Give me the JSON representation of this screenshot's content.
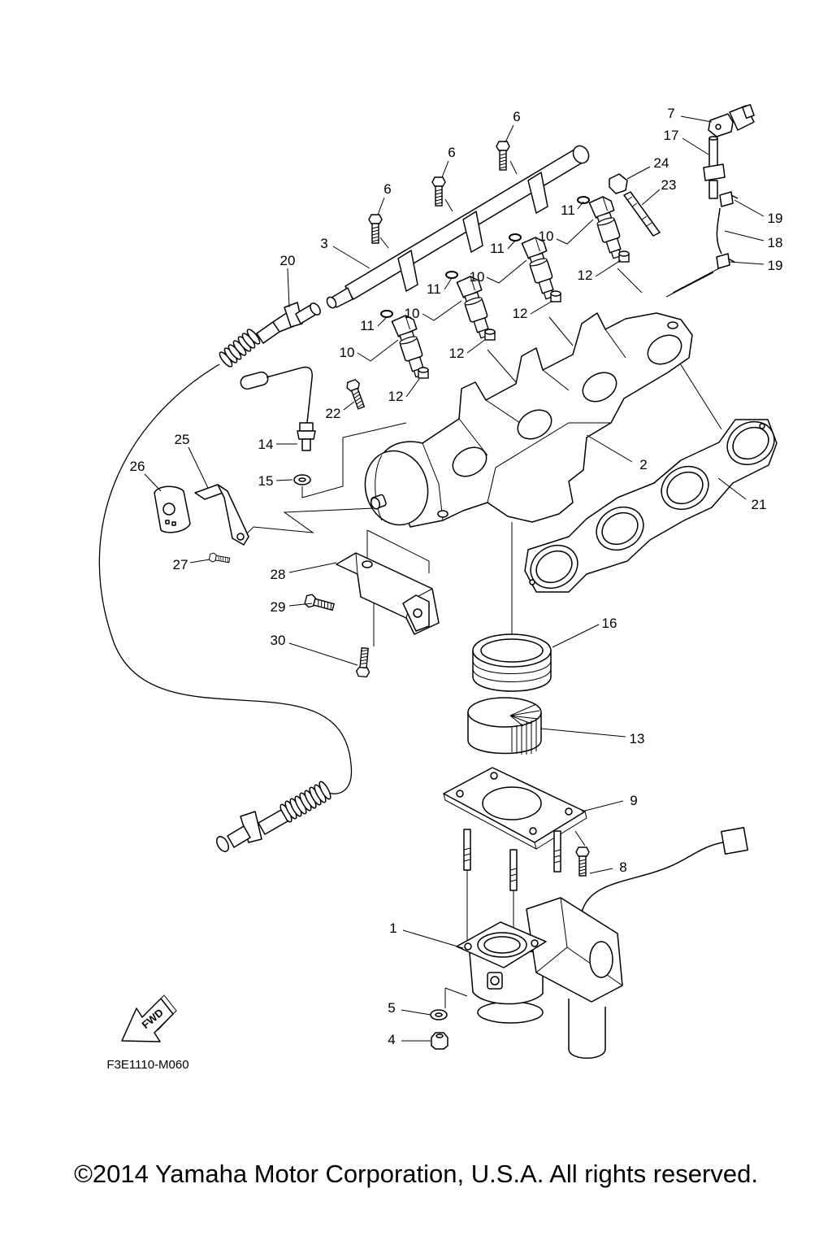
{
  "diagram": {
    "callouts": [
      "6",
      "6",
      "6",
      "7",
      "17",
      "24",
      "23",
      "19",
      "18",
      "19",
      "3",
      "20",
      "11",
      "10",
      "11",
      "10",
      "11",
      "10",
      "11",
      "10",
      "12",
      "12",
      "12",
      "12",
      "22",
      "14",
      "15",
      "2",
      "21",
      "25",
      "26",
      "27",
      "28",
      "29",
      "30",
      "16",
      "13",
      "9",
      "8",
      "1",
      "5",
      "4"
    ],
    "fwd_label": "FWD",
    "figure_code": "F3E1110-M060"
  },
  "footer": {
    "copyright": "©2014 Yamaha Motor Corporation, U.S.A. All rights reserved."
  }
}
